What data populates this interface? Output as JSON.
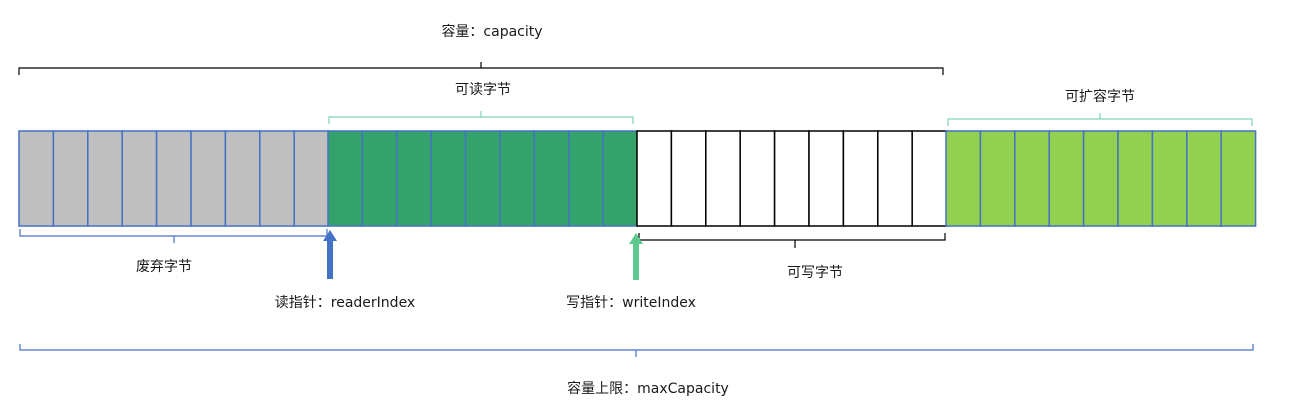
{
  "labels": {
    "capacity": "容量：capacity",
    "readable": "可读字节",
    "expandable": "可扩容字节",
    "discarded": "废弃字节",
    "writable": "可写字节",
    "reader_pointer": "读指针：readerIndex",
    "writer_pointer": "写指针：writeIndex",
    "max_capacity": "容量上限：maxCapacity"
  },
  "segments": [
    {
      "name": "discarded-bytes",
      "cells": 9,
      "fill": "#bfbfbf",
      "stroke": "#4472c4"
    },
    {
      "name": "readable-bytes",
      "cells": 9,
      "fill": "#33a36b",
      "stroke": "#4472c4"
    },
    {
      "name": "writable-bytes",
      "cells": 9,
      "fill": "#ffffff",
      "stroke": "#000000"
    },
    {
      "name": "expandable-bytes",
      "cells": 9,
      "fill": "#92d050",
      "stroke": "#4472c4"
    }
  ],
  "colors": {
    "reader_arrow": "#4472c4",
    "writer_arrow": "#5ec98f",
    "capacity_brace": "#000000",
    "readable_brace": "#7fd6b4",
    "expandable_brace": "#7fd6b4",
    "discarded_brace": "#4472c4",
    "writable_brace": "#000000",
    "max_brace": "#4472c4"
  }
}
